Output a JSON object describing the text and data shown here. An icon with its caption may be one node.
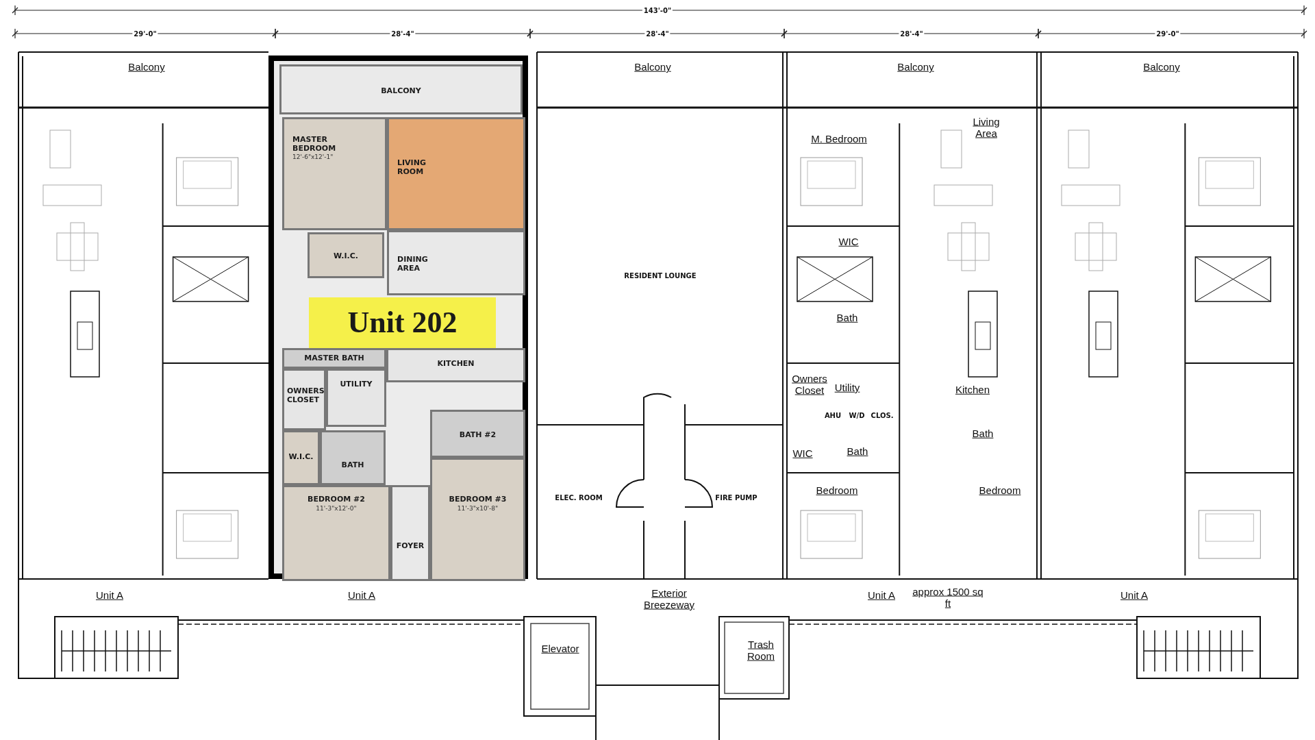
{
  "diagram": {
    "nodes": [
      {
        "text": [
          "Unit 202"
        ]
      },
      {
        "text": [
          "BALCONY"
        ],
        "in": 0
      },
      {
        "text": [
          "MASTER BEDROOM",
          "12'-6\"x12'-1\""
        ],
        "in": 0
      },
      {
        "text": [
          "LIVING ROOM"
        ],
        "in": 0
      },
      {
        "text": [
          "W.I.C."
        ],
        "in": 0
      },
      {
        "text": [
          "DINING AREA"
        ],
        "in": 0
      },
      {
        "text": [
          "MASTER BATH"
        ],
        "in": 0
      },
      {
        "text": [
          "KITCHEN"
        ],
        "in": 0
      },
      {
        "text": [
          "OWNERS CLOSET"
        ],
        "in": 0
      },
      {
        "text": [
          "UTILITY"
        ],
        "in": 0
      },
      {
        "text": [
          "W.I.C."
        ],
        "in": 0
      },
      {
        "text": [
          "BATH"
        ],
        "in": 0
      },
      {
        "text": [
          "BATH #2"
        ],
        "in": 0
      },
      {
        "text": [
          "BEDROOM #2",
          "11'-3\"x12'-0\""
        ],
        "in": 0
      },
      {
        "text": [
          "BEDROOM #3",
          "11'-3\"x10'-8\""
        ],
        "in": 0
      },
      {
        "text": [
          "FOYER"
        ],
        "in": 0
      }
    ],
    "labels": [
      "143'-0\"",
      "29'-0\"",
      "28'-4\"",
      "28'-4\"",
      "28'-4\"",
      "29'-0\"",
      "Balcony",
      "Balcony",
      "Balcony",
      "Balcony",
      "M. Bedroom",
      "Living Area",
      "WIC",
      "RESIDENT LOUNGE",
      "Bath",
      "Owners Closet",
      "Utility",
      "Kitchen",
      "AHU",
      "W/D",
      "CLOS.",
      "Bath",
      "WIC",
      "Bath",
      "ELEC. ROOM",
      "FIRE PUMP",
      "Bedroom",
      "Bedroom",
      "Unit A",
      "Unit A",
      "Exterior Breezeway",
      "Unit A",
      "approx 1500 sq ft",
      "Unit A",
      "Elevator",
      "Trash Room"
    ]
  }
}
